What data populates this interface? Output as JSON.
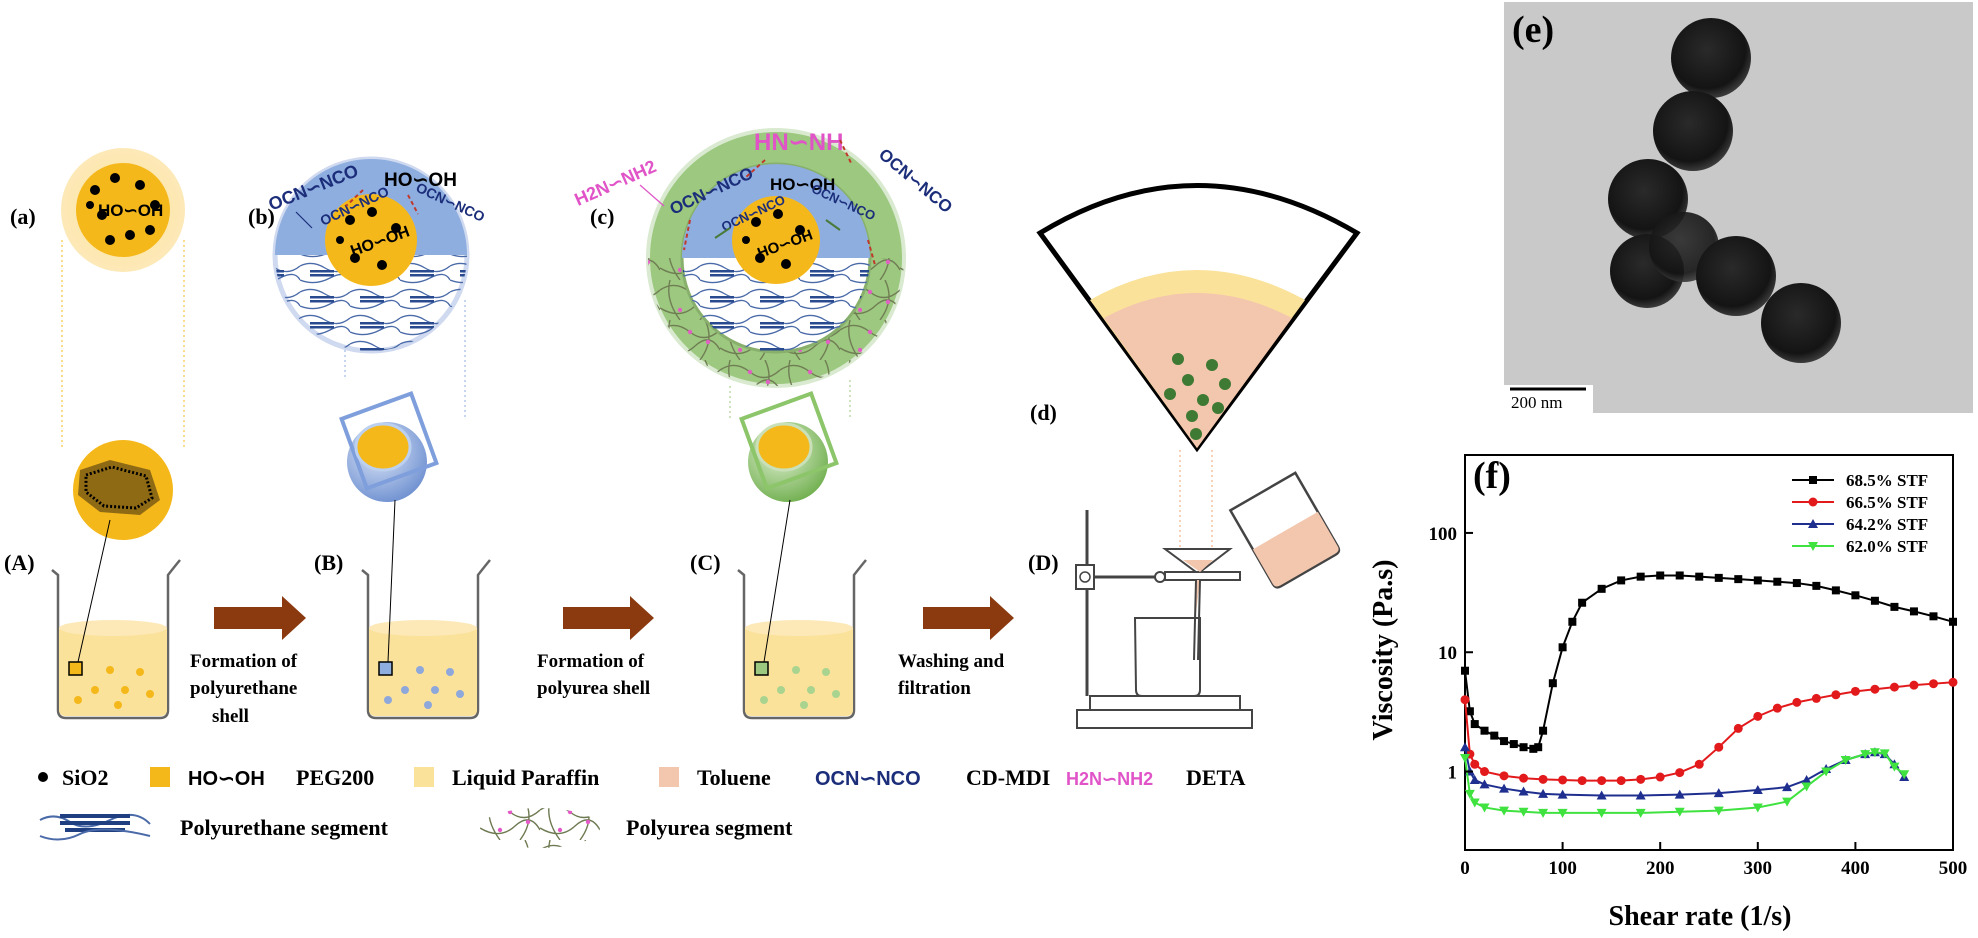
{
  "panels": {
    "a": "(a)",
    "b": "(b)",
    "c": "(c)",
    "d": "(d)",
    "e": "(e)",
    "f": "(f)",
    "A": "(A)",
    "B": "(B)",
    "C": "(C)",
    "D": "(D)"
  },
  "chemistry": {
    "ho_oh": "HO∽OH",
    "ocn_nco": "OCN∽NCO",
    "h2n_nh2": "H2N∽NH2",
    "hn_nh": "HN∽NH"
  },
  "steps": {
    "s1": [
      "Formation of",
      "polyurethane",
      "shell"
    ],
    "s2": [
      "Formation of",
      "polyurea shell"
    ],
    "s3": [
      "Washing and",
      "filtration"
    ]
  },
  "legend": {
    "sio2": "SiO2",
    "peg_formula": "HO∽OH",
    "peg": "PEG200",
    "paraffin": "Liquid Paraffin",
    "toluene": "Toluene",
    "mdi_formula": "OCN∽NCO",
    "mdi": "CD-MDI",
    "deta_formula": "H2N∽NH2",
    "deta": "DETA",
    "pu_segment": "Polyurethane segment",
    "pua_segment": "Polyurea segment"
  },
  "tem": {
    "scale_bar": "200 nm"
  },
  "colors": {
    "core": "#f5b81b",
    "paraffin": "#fbe29a",
    "toluene": "#f3c6ae",
    "pu_shell": "#8eaee0",
    "pua_shell": "#9cc87f",
    "arrow": "#8b3a10",
    "ocn_text": "#1c2e7a",
    "amine_text": "#e054c8"
  },
  "chart_data": {
    "type": "line",
    "xlabel": "Shear rate (1/s)",
    "ylabel": "Viscosity (Pa.s)",
    "xlim": [
      0,
      500
    ],
    "ylim": [
      0.22,
      450
    ],
    "yscale": "log",
    "xticks": [
      "0",
      "100",
      "200",
      "300",
      "400",
      "500"
    ],
    "yticks": [
      "1",
      "10",
      "100"
    ],
    "legend_position": "top-right",
    "series": [
      {
        "name": "68.5% STF",
        "color": "#000000",
        "marker": "square",
        "x": [
          0,
          5,
          10,
          20,
          30,
          40,
          50,
          60,
          70,
          75,
          80,
          90,
          100,
          110,
          120,
          140,
          160,
          180,
          200,
          220,
          240,
          260,
          280,
          300,
          320,
          340,
          360,
          380,
          400,
          420,
          440,
          460,
          480,
          500
        ],
        "values": [
          7.0,
          3.2,
          2.5,
          2.2,
          2.0,
          1.8,
          1.7,
          1.6,
          1.55,
          1.6,
          2.2,
          5.5,
          11,
          18,
          26,
          34,
          40,
          43,
          44,
          44,
          43,
          42,
          41,
          40,
          39,
          38,
          36,
          33,
          30,
          27,
          24,
          22,
          20,
          18
        ]
      },
      {
        "name": "66.5% STF",
        "color": "#e31a1c",
        "marker": "circle",
        "x": [
          0,
          5,
          10,
          20,
          40,
          60,
          80,
          100,
          120,
          140,
          160,
          180,
          200,
          220,
          240,
          260,
          280,
          300,
          320,
          340,
          360,
          380,
          400,
          420,
          440,
          460,
          480,
          500
        ],
        "values": [
          4.0,
          1.4,
          1.15,
          1.0,
          0.92,
          0.88,
          0.86,
          0.85,
          0.84,
          0.84,
          0.84,
          0.86,
          0.9,
          0.98,
          1.15,
          1.6,
          2.3,
          2.9,
          3.4,
          3.8,
          4.1,
          4.4,
          4.7,
          4.9,
          5.1,
          5.3,
          5.45,
          5.6
        ]
      },
      {
        "name": "64.2% STF",
        "color": "#1f2f8f",
        "marker": "triangle",
        "x": [
          0,
          5,
          10,
          20,
          40,
          60,
          80,
          100,
          140,
          180,
          220,
          260,
          300,
          330,
          350,
          370,
          390,
          410,
          420,
          430,
          440,
          450
        ],
        "values": [
          1.6,
          1.0,
          0.85,
          0.78,
          0.72,
          0.68,
          0.65,
          0.64,
          0.63,
          0.63,
          0.64,
          0.66,
          0.7,
          0.74,
          0.85,
          1.05,
          1.25,
          1.4,
          1.45,
          1.4,
          1.15,
          0.9
        ]
      },
      {
        "name": "62.0% STF",
        "color": "#3fe23f",
        "marker": "triangle-down",
        "x": [
          0,
          5,
          10,
          20,
          40,
          60,
          80,
          100,
          140,
          180,
          220,
          260,
          300,
          330,
          350,
          370,
          390,
          410,
          420,
          430,
          440,
          450
        ],
        "values": [
          1.3,
          0.65,
          0.55,
          0.5,
          0.47,
          0.46,
          0.45,
          0.45,
          0.45,
          0.45,
          0.46,
          0.47,
          0.5,
          0.56,
          0.75,
          1.0,
          1.25,
          1.4,
          1.45,
          1.42,
          1.1,
          0.95
        ]
      }
    ]
  }
}
